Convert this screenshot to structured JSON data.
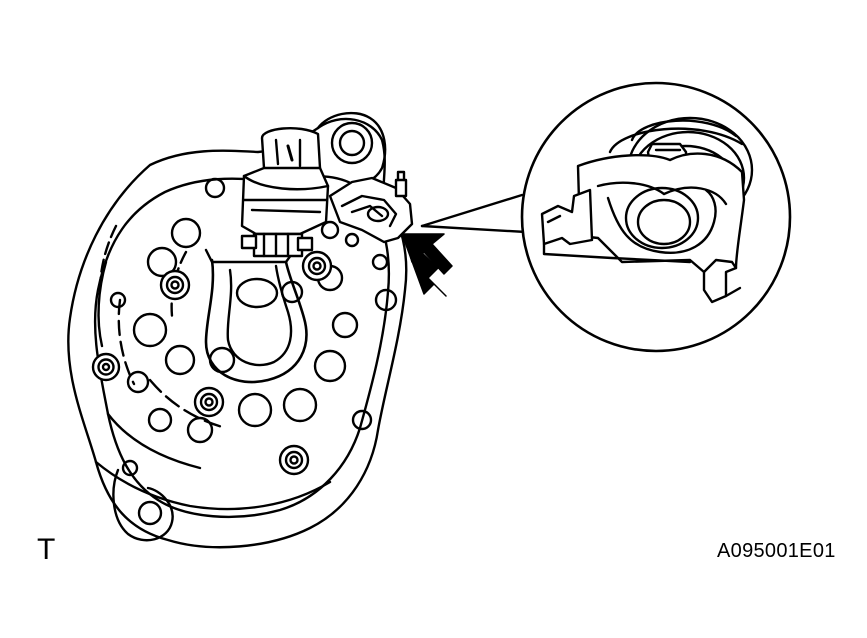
{
  "figure": {
    "corner_mark": "T",
    "figure_code": "A095001E01"
  },
  "icons": {
    "pointer": "arrow-icon",
    "callout": "magnifier-circle"
  }
}
